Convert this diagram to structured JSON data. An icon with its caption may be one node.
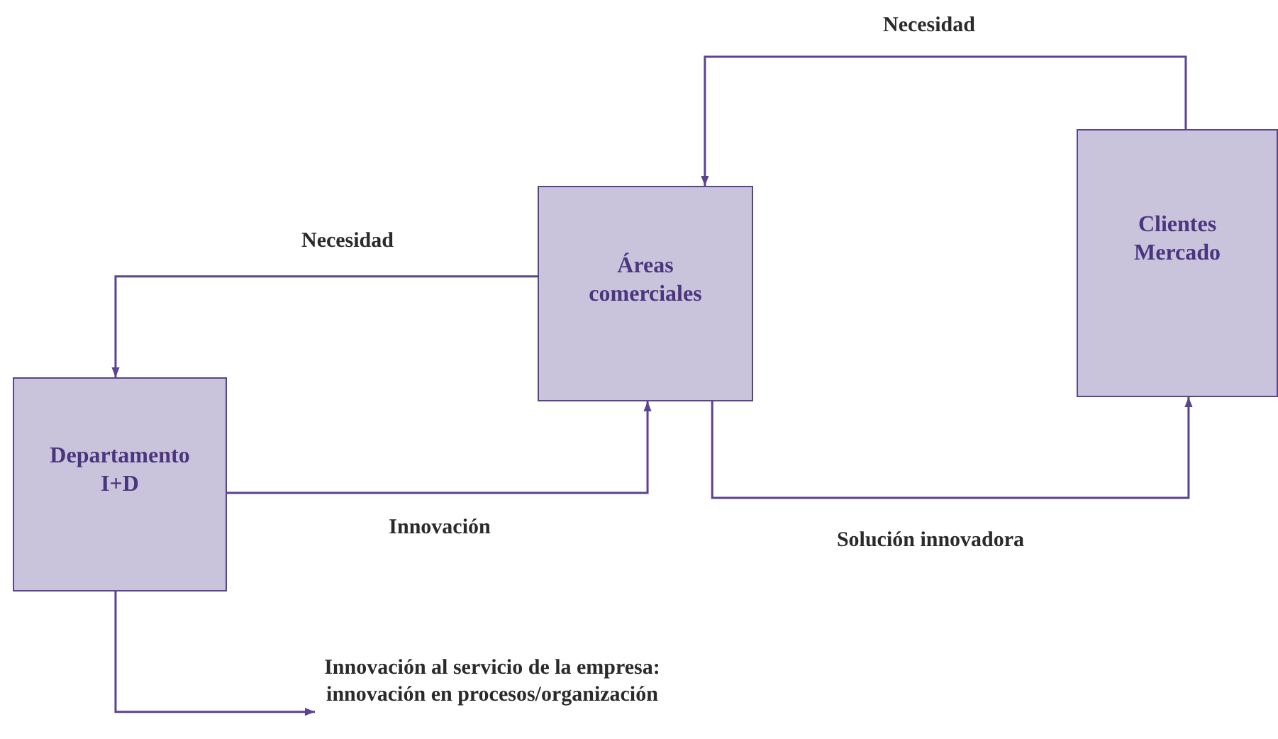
{
  "diagram": {
    "nodes": [
      {
        "text": [
          "Áreas comerciales"
        ]
      },
      {
        "text": [
          "Clientes Mercado"
        ]
      },
      {
        "text": [
          "Departamento I+D"
        ]
      },
      {
        "text": [
          "Innovación al servicio de la empresa: innovación en procesos/organización"
        ]
      }
    ],
    "edges": [
      {
        "from": 1,
        "to": 0,
        "arrow": "to",
        "label": "Necesidad"
      },
      {
        "from": 0,
        "to": 2,
        "arrow": "to",
        "label": "Necesidad"
      },
      {
        "from": 2,
        "to": 0,
        "arrow": "to",
        "label": "Innovación"
      },
      {
        "from": 0,
        "to": 1,
        "arrow": "to",
        "label": "Solución innovadora"
      },
      {
        "from": 2,
        "to": 3,
        "arrow": "to"
      }
    ]
  }
}
